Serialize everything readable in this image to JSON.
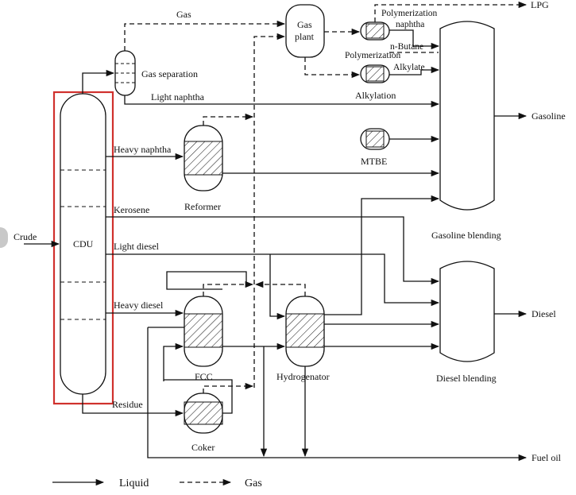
{
  "labels": {
    "gas": "Gas",
    "gas_plant_1": "Gas",
    "gas_plant_2": "plant",
    "lpg": "LPG",
    "polymerization": "Polymerization",
    "naphtha": "naphtha",
    "n_butane": "n-Butane",
    "polymerization_unit": "Polymerization",
    "alkylate": "Alkylate",
    "alkylation": "Alkylation",
    "gas_separation": "Gas separation",
    "light_naphtha": "Light naphtha",
    "gasoline": "Gasoline",
    "heavy_naphtha": "Heavy naphtha",
    "mtbe": "MTBE",
    "reformer": "Reformer",
    "kerosene": "Kerosene",
    "gasoline_blending": "Gasoline blending",
    "crude": "Crude",
    "cdu": "CDU",
    "light_diesel": "Light diesel",
    "heavy_diesel": "Heavy diesel",
    "diesel": "Diesel",
    "fcc": "FCC",
    "hydrogenator": "Hydrogenator",
    "diesel_blending": "Diesel blending",
    "residue": "Residue",
    "coker": "Coker",
    "fuel_oil": "Fuel oil"
  },
  "legend": {
    "liquid": "Liquid",
    "gas": "Gas"
  },
  "colors": {
    "highlight": "#d0312d",
    "line": "#111111"
  }
}
